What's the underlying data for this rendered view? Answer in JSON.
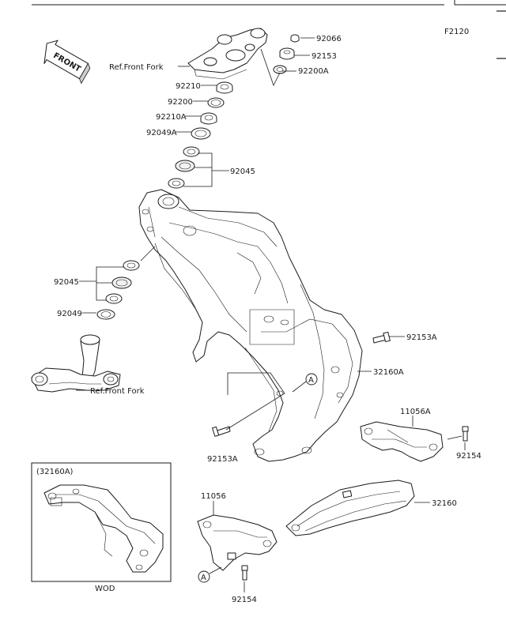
{
  "diagram_code": "F2120",
  "front_badge": "FRONT",
  "inset": {
    "title": "(32160A)",
    "caption": "WOD"
  },
  "refs": {
    "front_fork_top": "Ref.Front Fork",
    "front_fork_bottom": "Ref.Front Fork"
  },
  "markers": {
    "a1": "A",
    "a2": "A"
  },
  "parts": {
    "p92066": "92066",
    "p92153": "92153",
    "p92200A": "92200A",
    "p92210": "92210",
    "p92200": "92200",
    "p92210A": "92210A",
    "p92049A": "92049A",
    "p92045_top": "92045",
    "p92045_bottom": "92045",
    "p92049": "92049",
    "p92153A_right": "92153A",
    "p32160A": "32160A",
    "p92153A_bottom": "92153A",
    "p11056A": "11056A",
    "p92154_right": "92154",
    "p11056": "11056",
    "p32160": "32160",
    "p92154_bottom": "92154"
  },
  "colors": {
    "line": "#1a1a1a",
    "fill": "#ffffff",
    "shade": "#f2f2f2"
  }
}
